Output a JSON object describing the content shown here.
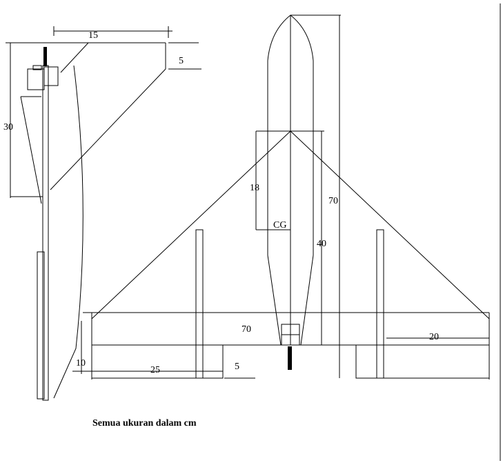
{
  "labels": {
    "span_top": "15",
    "tip_depth": "5",
    "root_height": "30",
    "cg_distance": "18",
    "cg": "CG",
    "overall_length": "70",
    "fuselage_length": "40",
    "wingspan": "70",
    "fin_width": "20",
    "fin_height": "10",
    "elevon_span": "25",
    "elevon_depth": "5"
  },
  "note": "Semua ukuran dalam cm"
}
